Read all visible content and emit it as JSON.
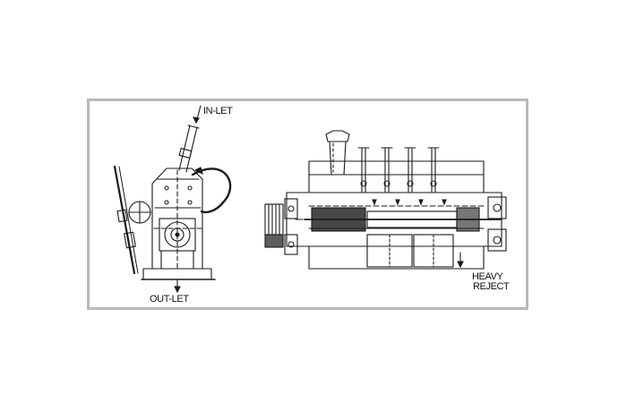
{
  "labels": {
    "inlet": "IN-LET",
    "outlet": "OUT-LET",
    "heavy": "HEAVY",
    "reject": "REJECT"
  },
  "colors": {
    "line": "#1a1a1a",
    "frame": "#b9b9b9",
    "background": "#ffffff"
  }
}
